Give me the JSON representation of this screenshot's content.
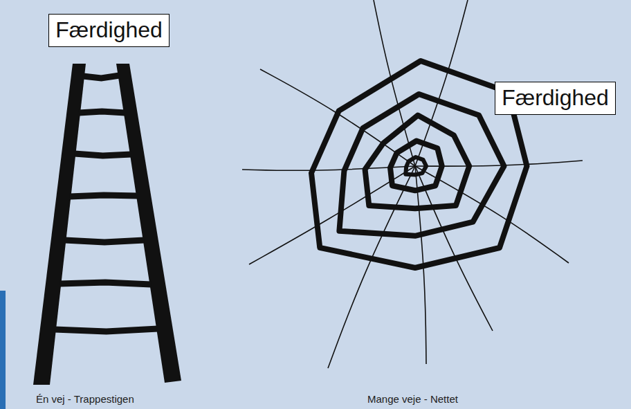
{
  "diagram": {
    "nodes": [
      {
        "text": [
          "Færdighed"
        ]
      },
      {
        "text": [
          "Færdighed"
        ]
      }
    ],
    "labels": [
      "Én vej - Trappestigen",
      "Mange veje - Nettet"
    ]
  }
}
